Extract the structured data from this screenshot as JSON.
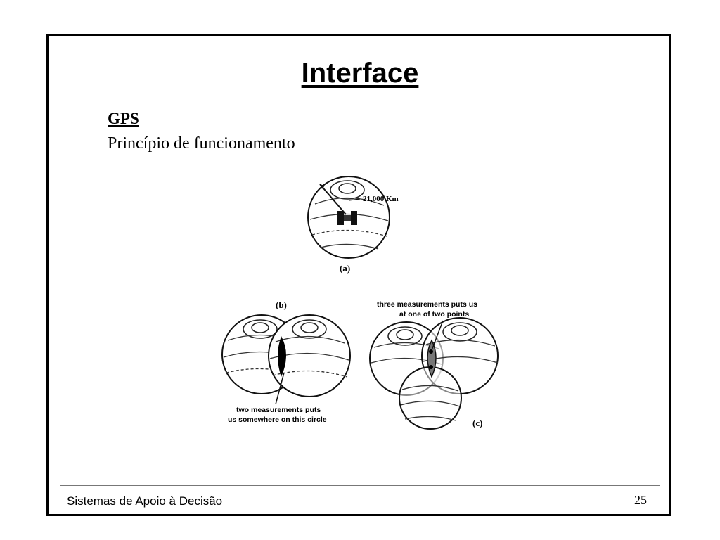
{
  "slide": {
    "title": "Interface",
    "heading": "GPS",
    "subheading": "Princípio de funcionamento"
  },
  "figure": {
    "distance_label": "21,000 Km",
    "label_a": "(a)",
    "label_b": "(b)",
    "label_c": "(c)",
    "caption_b_line1": "two measurements puts",
    "caption_b_line2": "us somewhere on this circle",
    "caption_c_line1": "three measurements puts us",
    "caption_c_line2": "at one of two points"
  },
  "footer": {
    "course": "Sistemas de Apoio à Decisão",
    "page_number": "25"
  }
}
